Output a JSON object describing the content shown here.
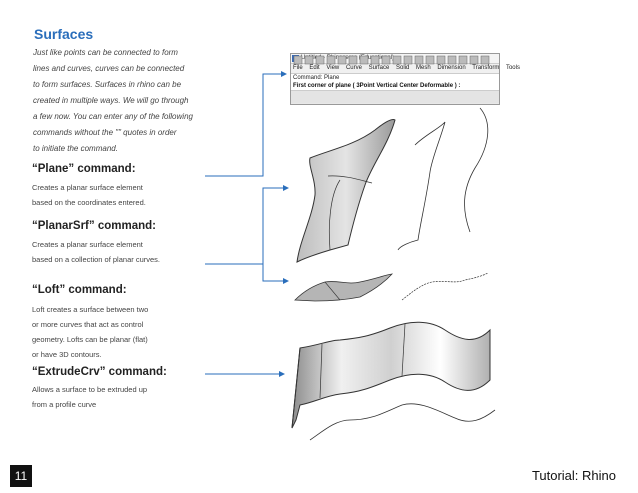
{
  "title": "Surfaces",
  "intro_lines": [
    "Just like points can be connected to form",
    "lines and curves, curves can be connected",
    "to form surfaces. Surfaces in rhino can  be",
    "created in multiple ways. We will go  through",
    "a few now. You can enter any of the following",
    "commands without the \"\" quotes  in order",
    "to initiate the command."
  ],
  "sections": [
    {
      "heading": "“Plane” command:",
      "lines": [
        "Creates a planar surface element",
        "based on the coordinates entered."
      ]
    },
    {
      "heading": "“PlanarSrf” command:",
      "lines": [
        "Creates a planar surface element",
        "based on a collection of planar curves."
      ]
    },
    {
      "heading": "“Loft” command:",
      "lines": [
        "  Loft creates a surface between two",
        "or more curves that act as control",
        "geometry. Lofts can be planar (flat)",
        "or have 3D contours."
      ]
    },
    {
      "heading": "“ExtrudeCrv” command:",
      "lines": [
        "  Allows a surface to be extruded up",
        "from a profile curve"
      ]
    }
  ],
  "rhino_window": {
    "title": "Untitled - Rhinoceros (Educational)",
    "menus": [
      "File",
      "Edit",
      "View",
      "Curve",
      "Surface",
      "Solid",
      "Mesh",
      "Dimension",
      "Transform",
      "Tools"
    ],
    "command_line": "Command: Plane",
    "prompt": "First corner of plane ( 3Point  Vertical  Center  Deformable ) :"
  },
  "footer": {
    "page_number": "11",
    "label": "Tutorial: Rhino"
  },
  "colors": {
    "accent": "#2a6ebb",
    "connector": "#2a6ebb"
  }
}
